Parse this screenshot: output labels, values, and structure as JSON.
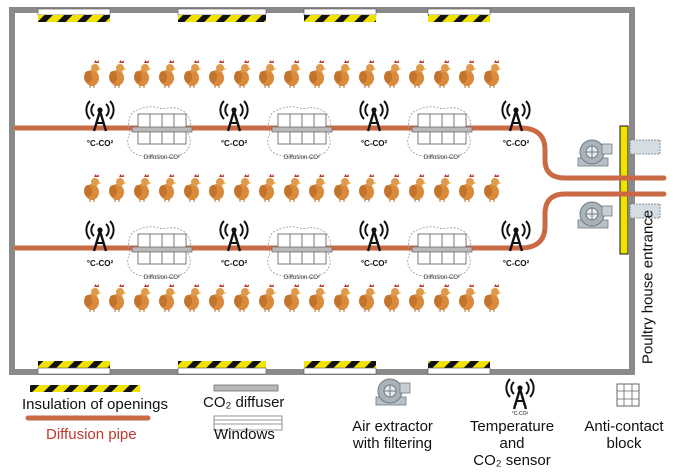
{
  "colors": {
    "wall": "#8a8a8a",
    "pipe": "#c96a45",
    "pipe_dark": "#9e4a2a",
    "insulation_yellow": "#f2e200",
    "insulation_black": "#111111",
    "hen_body": "#d98a3a",
    "hen_comb": "#c0392b",
    "sensor": "#111111",
    "extractor": "#9aa4ad"
  },
  "diagram": {
    "sensor_label": "°C-CO²",
    "diffusion_label": "Diffusion CO²",
    "entrance_label": "Poultry house entrance",
    "hen_rows": 4,
    "hens_per_row": 17
  },
  "legend": {
    "insulation": "Insulation of openings",
    "diffusion_pipe": "Diffusion pipe",
    "co2_diffuser": "CO₂ diffuser",
    "windows": "Windows",
    "air_extractor_line1": "Air extractor",
    "air_extractor_line2": "with filtering",
    "sensor_line1": "Temperature",
    "sensor_line2": "and",
    "sensor_line3": "CO₂ sensor",
    "anti_contact_line1": "Anti-contact",
    "anti_contact_line2": "block",
    "sensor_icon_label": "°C-CO²"
  }
}
